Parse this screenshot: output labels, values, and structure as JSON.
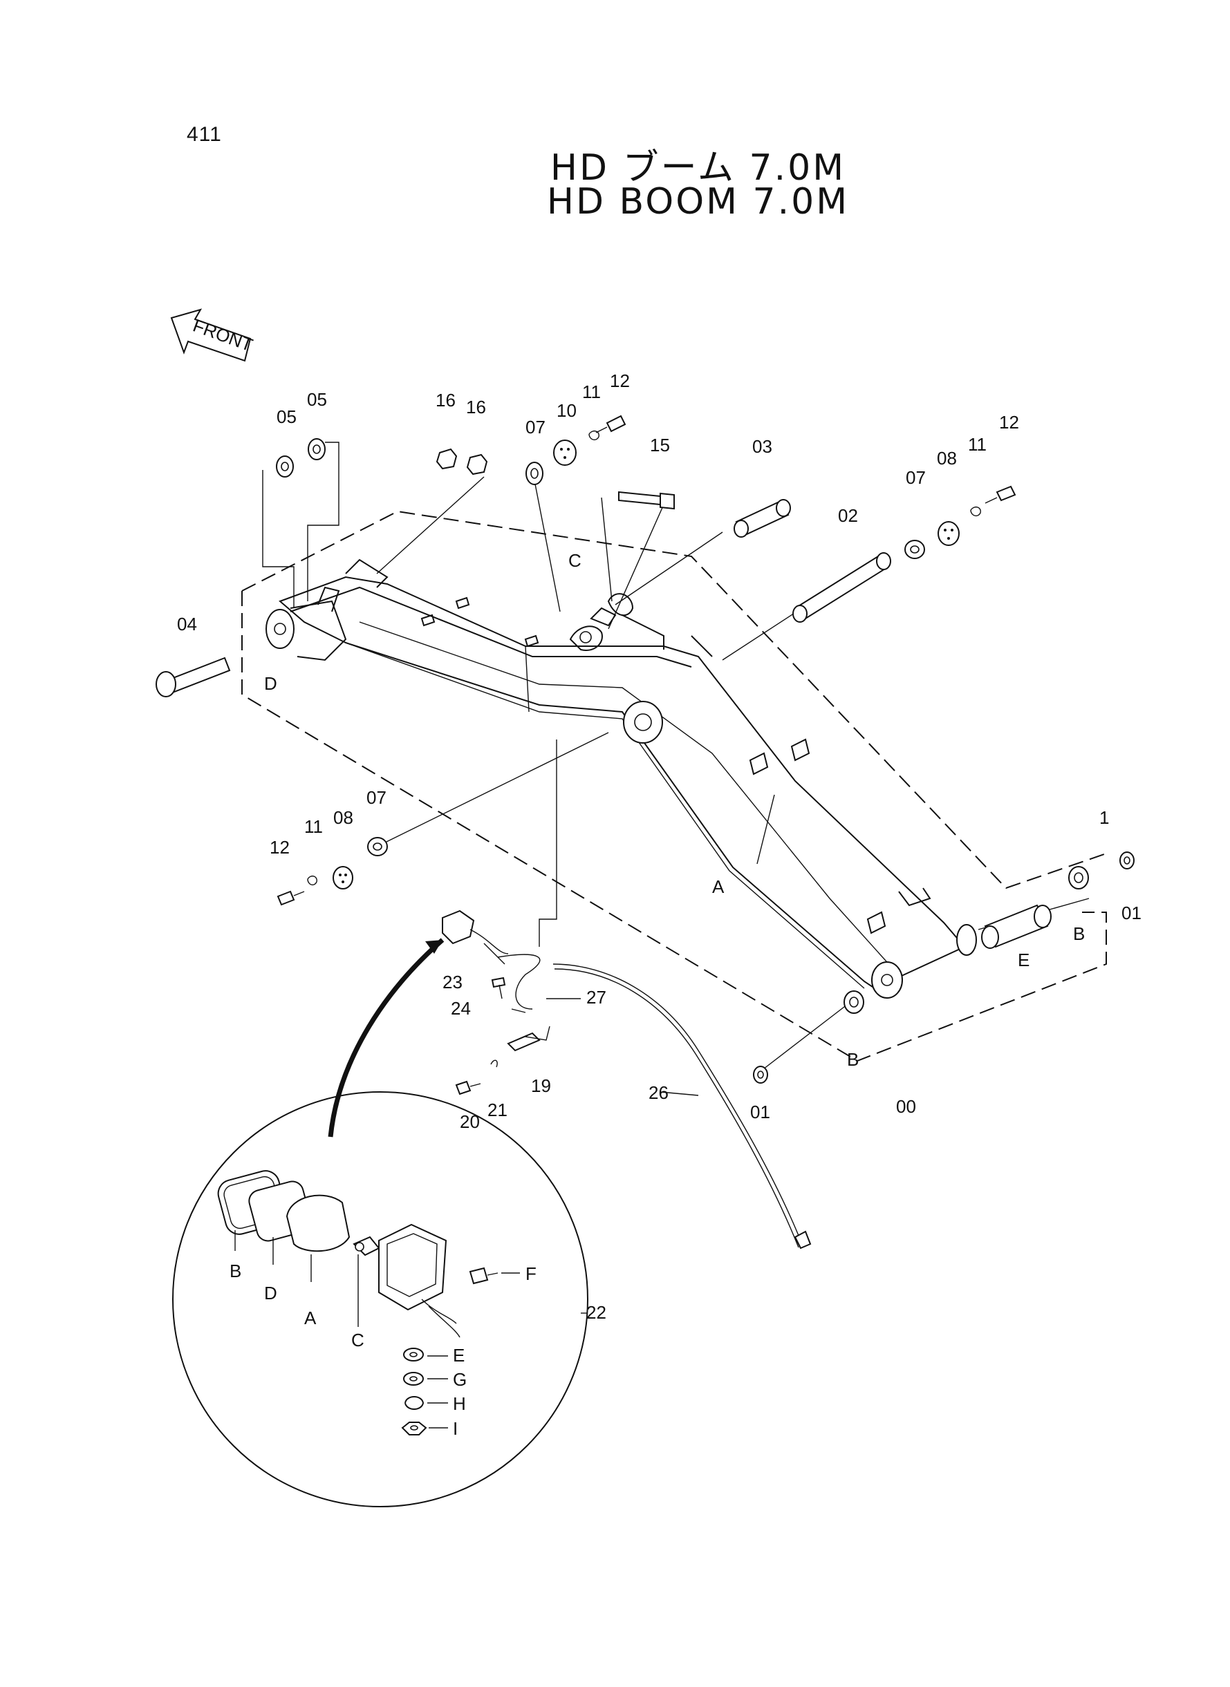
{
  "page_number": "411",
  "title_jp": "HD ブーム 7.0M",
  "title_en": "HD BOOM 7.0M",
  "front_label": "FRONT",
  "callouts": {
    "c05a": "05",
    "c05b": "05",
    "c16a": "16",
    "c16b": "16",
    "c07a": "07",
    "c10": "10",
    "c11a": "11",
    "c12a": "12",
    "c15": "15",
    "c03": "03",
    "c02": "02",
    "c07b": "07",
    "c08a": "08",
    "c11b": "11",
    "c12b": "12",
    "cCa": "C",
    "c04": "04",
    "cDa": "D",
    "c07c": "07",
    "c12c": "12",
    "c11c": "11",
    "c08b": "08",
    "cAa": "A",
    "c01a": "01",
    "cBa": "B",
    "cEa": "E",
    "c01b": "01",
    "cBb": "B",
    "c00": "00",
    "c23": "23",
    "c24": "24",
    "c27": "27",
    "c19": "19",
    "c20": "20",
    "c21": "21",
    "c26": "26",
    "c22": "22",
    "cBc": "B",
    "cDb": "D",
    "cAb": "A",
    "cCb": "C",
    "cF": "F",
    "cEb": "E",
    "cG": "G",
    "cH": "H",
    "cI": "I",
    "c1": "1"
  }
}
